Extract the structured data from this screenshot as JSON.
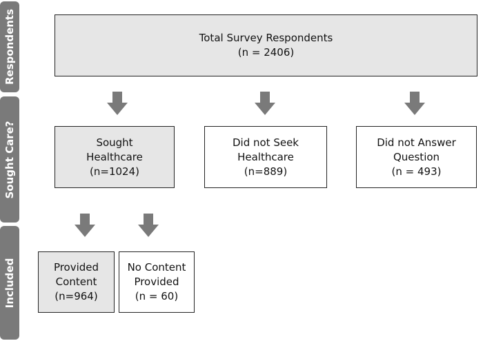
{
  "stages": {
    "respondents": "Respondents",
    "sought_care": "Sought Care?",
    "included": "Included"
  },
  "total": {
    "line1": "Total Survey Respondents",
    "line2": "(n = 2406)"
  },
  "sought": {
    "line1": "Sought",
    "line2": "Healthcare",
    "line3": "(n=1024)"
  },
  "not_seek": {
    "line1": "Did not Seek",
    "line2": "Healthcare",
    "line3": "(n=889)"
  },
  "not_answer": {
    "line1": "Did not Answer",
    "line2": "Question",
    "line3": "(n = 493)"
  },
  "provided": {
    "line1": "Provided",
    "line2": "Content",
    "line3": "(n=964)"
  },
  "no_content": {
    "line1": "No Content",
    "line2": "Provided",
    "line3": "(n = 60)"
  },
  "colors": {
    "stage_bar": "#7a7a7a",
    "arrow": "#7a7a7a",
    "shaded_box": "#e6e6e6",
    "border": "#222222"
  }
}
